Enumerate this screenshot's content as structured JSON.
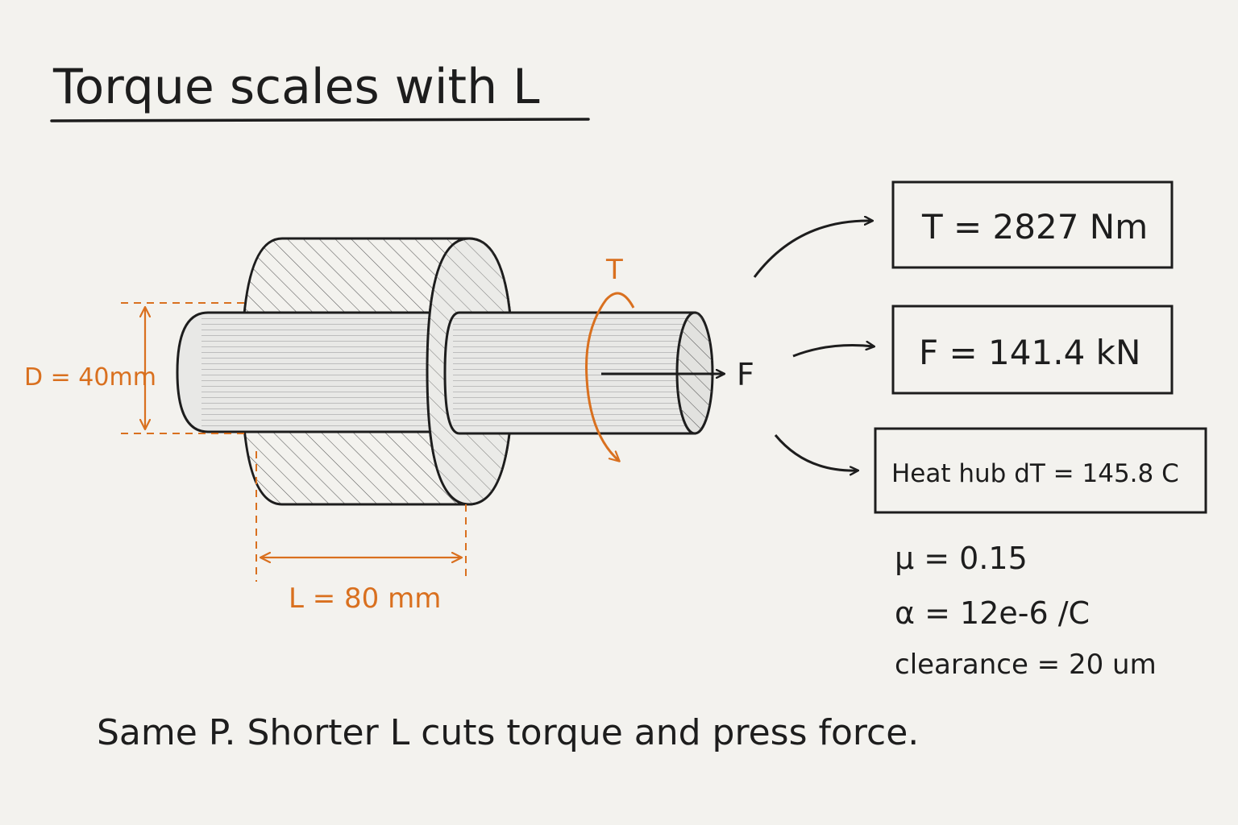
{
  "title": "Torque scales with L",
  "dimensions": {
    "diameter": "D = 40mm",
    "length": "L = 80 mm",
    "torque_symbol": "T",
    "force_symbol": "F"
  },
  "results": [
    {
      "id": "torque",
      "label": "T = 2827 Nm"
    },
    {
      "id": "force",
      "label": "F = 141.4 kN"
    },
    {
      "id": "heat",
      "label": "Heat hub dT = 145.8 C"
    }
  ],
  "parameters": [
    {
      "id": "mu",
      "label": "μ = 0.15"
    },
    {
      "id": "alpha",
      "label": "α = 12e-6 /C"
    },
    {
      "id": "clearance",
      "label": "clearance = 20 um"
    }
  ],
  "caption": "Same P. Shorter L cuts torque and press force.",
  "colors": {
    "ink": "#1d1d1d",
    "accent": "#d9701f",
    "paper": "#f3f2ee"
  }
}
